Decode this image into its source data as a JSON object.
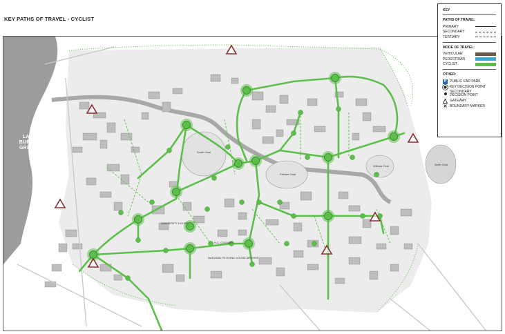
{
  "title": "KEY PATHS OF TRAVEL - CYCLIST",
  "legend": {
    "heading": "KEY",
    "paths_heading": "PATHS OF TRAVEL:",
    "paths": [
      {
        "label": "PRIMARY",
        "style": "solid"
      },
      {
        "label": "SECONDARY",
        "style": "dashed"
      },
      {
        "label": "TERTIARY",
        "style": "dotted"
      }
    ],
    "mode_heading": "MODE OF TRAVEL:",
    "modes": [
      {
        "label": "VEHICULAR",
        "color": "#6b5a47"
      },
      {
        "label": "PEDESTRIAN",
        "color": "#3aa7d9"
      },
      {
        "label": "CYCLIST",
        "color": "#5cbf4a"
      }
    ],
    "other_heading": "OTHER:",
    "other": [
      {
        "label": "PUBLIC CAR PARK",
        "icon": "parking-icon"
      },
      {
        "label": "KEY DECISION POINT",
        "icon": "key-decision-icon"
      },
      {
        "label": "SECONDARY DECISION POINT",
        "icon": "secondary-decision-icon"
      },
      {
        "label": "GATEWAY",
        "icon": "gateway-triangle-icon"
      },
      {
        "label": "BOUNDARY MARKER",
        "icon": "boundary-x-icon"
      }
    ]
  },
  "map": {
    "lake_label": "LAKE\nBURLEY\nGRIFFIN",
    "labels": {
      "oval1": "South Oval",
      "oval2": "Fellows Oval",
      "oval3": "Willows Oval",
      "oval4": "North Oval",
      "univ_house": "UNIVERSITY HOUSE",
      "hc_coombs": "H.C. COOMBS",
      "national_film": "NATIONAL FILM AND SOUND ARCHIVE"
    },
    "colors": {
      "cyclist": "#5cbf4a",
      "building": "#bdbdbd",
      "campus": "#ececec",
      "lake": "#9c9c9c",
      "gateway": "#8b2f2f"
    }
  }
}
